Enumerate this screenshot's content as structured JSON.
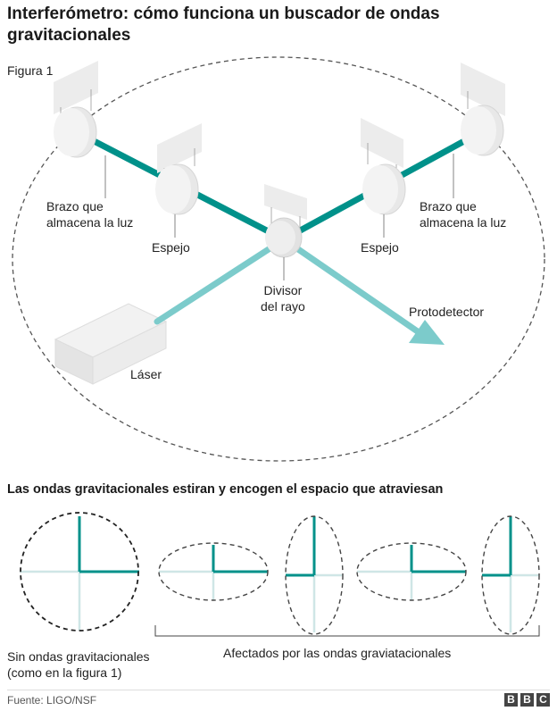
{
  "title": "Interferómetro: cómo funciona un buscador de ondas gravitacionales",
  "figure_label": "Figura 1",
  "labels": {
    "arm_left": [
      "Brazo que",
      "almacena la luz"
    ],
    "arm_right": [
      "Brazo que",
      "almacena la luz"
    ],
    "mirror_left": "Espejo",
    "mirror_right": "Espejo",
    "splitter": [
      "Divisor",
      "del rayo"
    ],
    "photodetector": "Protodetector",
    "laser": "Láser"
  },
  "subtitle": "Las ondas gravitacionales estiran y encogen el espacio que atraviesan",
  "caption_left": [
    "Sin ondas gravitacionales",
    "(como en la figura 1)"
  ],
  "caption_right": "Afectados por las ondas graviatacionales",
  "source": "Fuente: LIGO/NSF",
  "brand_letters": [
    "B",
    "B",
    "C"
  ],
  "colors": {
    "arm_beam": "#00918a",
    "laser_beam": "#7ccbcb",
    "mirror": "#e6e6e6",
    "dashed": "#555555"
  }
}
